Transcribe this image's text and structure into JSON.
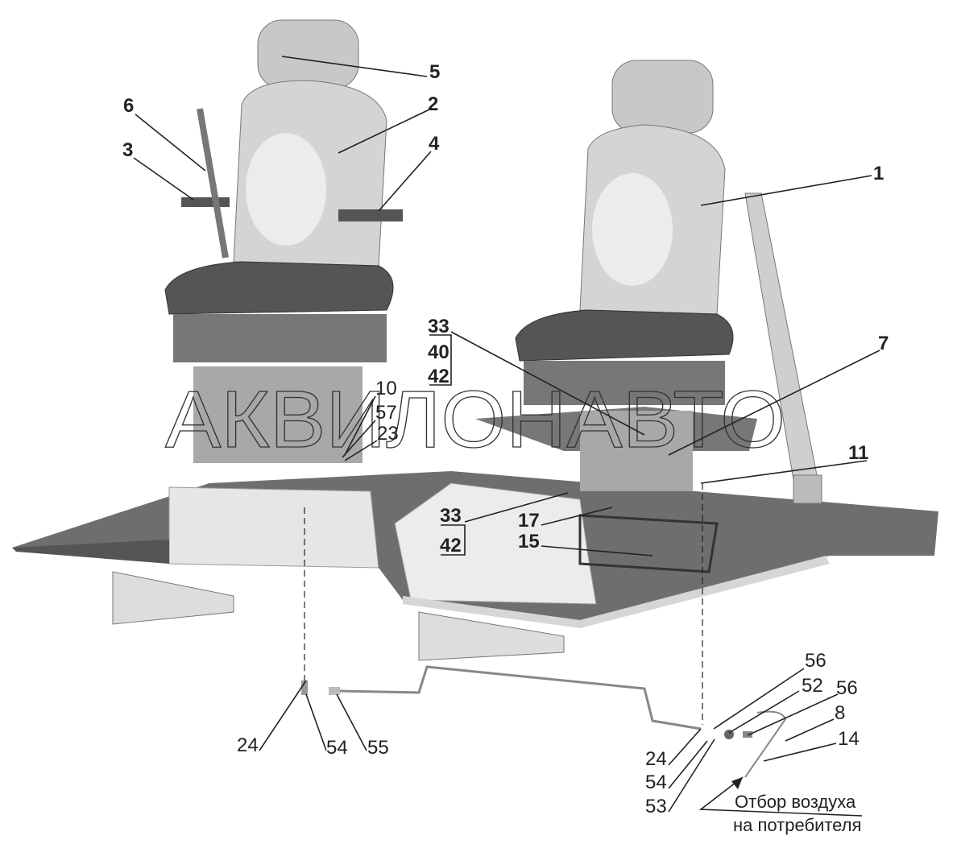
{
  "watermark": "АКВИЛОНАВТО",
  "callouts": {
    "c1": "1",
    "c2": "2",
    "c3": "3",
    "c4": "4",
    "c5": "5",
    "c6": "6",
    "c7": "7",
    "c8": "8",
    "c10": "10",
    "c11": "11",
    "c14": "14",
    "c15": "15",
    "c17": "17",
    "c23": "23",
    "c24a": "24",
    "c24b": "24",
    "c52": "52",
    "c53": "53",
    "c54a": "54",
    "c54b": "54",
    "c55": "55",
    "c56a": "56",
    "c56b": "56",
    "c57": "57",
    "stack1": [
      "33",
      "40",
      "42"
    ],
    "stack2": [
      "33",
      "42"
    ]
  },
  "note": {
    "line1": "Отбор воздуха",
    "line2": "на потребителя"
  }
}
